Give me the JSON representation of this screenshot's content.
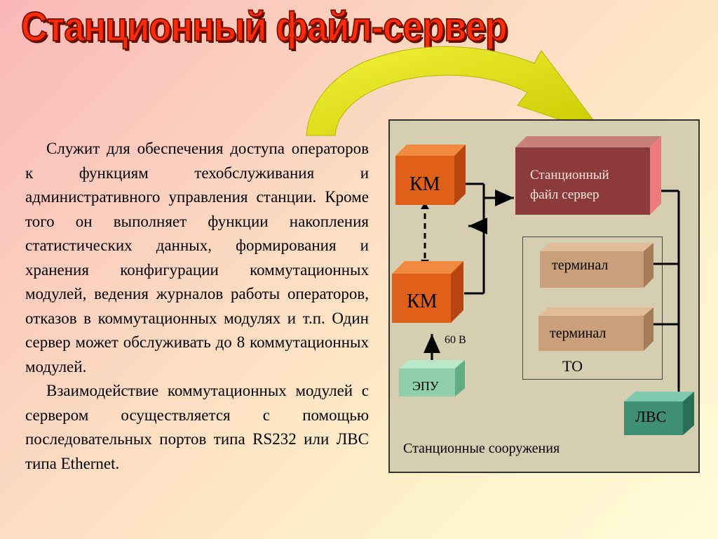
{
  "title": "Станционный файл-сервер",
  "paragraphs": [
    "Служит для обеспечения доступа операторов к функциям техобслуживания и административного управления станции. Кроме того он выполняет функции накопления статистических данных, формирования и хранения конфигурации коммутационных модулей, ведения журналов работы операторов, отказов в коммутационных модулях и т.п. Один сервер может обслуживать до 8 коммутационных модулей.",
    "Взаимодействие коммутационных модулей с сервером осуществляется с помощью последовательных портов типа RS232 или ЛВС типа Ethernet."
  ],
  "diagram": {
    "km_top": "КМ",
    "km_bottom": "КМ",
    "server_line1": "Станционный",
    "server_line2": "файл сервер",
    "terminal_1": "терминал",
    "terminal_2": "терминал",
    "to_label": "ТО",
    "voltage": "60 В",
    "epu": "ЭПУ",
    "lvs": "ЛВС",
    "facilities": "Станционные сооружения"
  },
  "colors": {
    "title": "#ff2a0a",
    "arrow": "#e8e81a",
    "km": "#e0601a",
    "server": "#8c3a3a",
    "terminal": "#c9a07a",
    "epu": "#8fd0a8",
    "lvs": "#3f8f75"
  }
}
